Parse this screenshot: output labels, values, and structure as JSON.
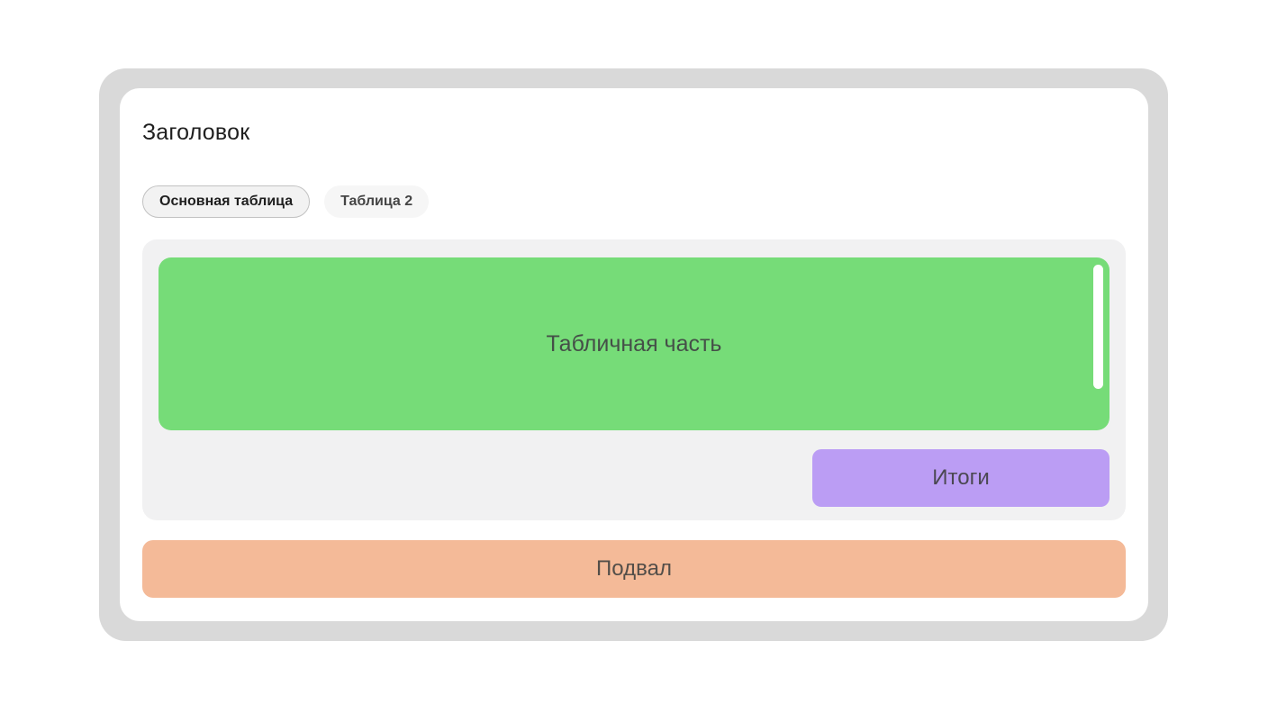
{
  "window": {
    "title": "Заголовок"
  },
  "tabs": {
    "items": [
      {
        "label": "Основная таблица",
        "active": true
      },
      {
        "label": "Таблица 2",
        "active": false
      }
    ]
  },
  "main_section": {
    "table_area_label": "Табличная часть",
    "totals_label": "Итоги"
  },
  "footer": {
    "label": "Подвал"
  },
  "colors": {
    "frame": "#d9d9d9",
    "card": "#ffffff",
    "section_bg": "#f1f1f2",
    "table_area_bg": "#76dc78",
    "totals_bg": "#bb9df4",
    "footer_bg": "#f4ba98",
    "active_tab_bg": "#f2f2f2",
    "inactive_tab_bg": "#f6f6f6",
    "scrollbar": "#ffffff"
  }
}
